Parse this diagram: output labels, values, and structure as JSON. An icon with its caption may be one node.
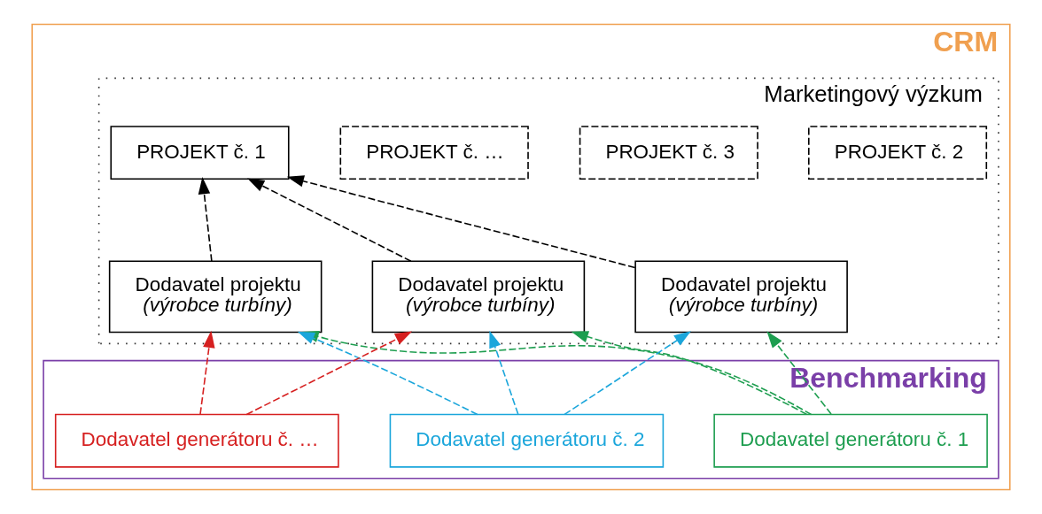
{
  "diagram": {
    "nodes": [
      {
        "text": [
          "CRM"
        ]
      },
      {
        "text": [
          "Marketingový výzkum"
        ],
        "in": 0
      },
      {
        "text": [
          "PROJEKT č. 1"
        ],
        "in": 1
      },
      {
        "text": [
          "PROJEKT č. 2"
        ],
        "in": 1
      },
      {
        "text": [
          "PROJEKT č. 3"
        ],
        "in": 1
      },
      {
        "text": [
          "PROJEKT č. …"
        ],
        "in": 1
      },
      {
        "text": [
          "Dodavatel projektu",
          "(výrobce turbíny)"
        ],
        "in": 1
      },
      {
        "text": [
          "Dodavatel projektu",
          "(výrobce turbíny)"
        ],
        "in": 1
      },
      {
        "text": [
          "Dodavatel projektu",
          "(výrobce turbíny)"
        ],
        "in": 1
      },
      {
        "text": [
          "Benchmarking"
        ],
        "in": 0
      },
      {
        "text": [
          "Dodavatel generátoru č. 1"
        ],
        "in": 9
      },
      {
        "text": [
          "Dodavatel generátoru č. 2"
        ],
        "in": 9
      },
      {
        "text": [
          "Dodavatel generátoru č. …"
        ],
        "in": 9
      }
    ],
    "edges": [
      {
        "from": 6,
        "to": 2,
        "arrow": "to",
        "style": "dashed"
      },
      {
        "from": 7,
        "to": 2,
        "arrow": "to",
        "style": "dashed"
      },
      {
        "from": 8,
        "to": 2,
        "arrow": "to",
        "style": "dashed"
      },
      {
        "from": 10,
        "to": 6,
        "arrow": "to",
        "style": "dashed",
        "color": "#1e9e50"
      },
      {
        "from": 10,
        "to": 7,
        "arrow": "to",
        "style": "dashed",
        "color": "#1e9e50"
      },
      {
        "from": 10,
        "to": 8,
        "arrow": "to",
        "style": "dashed",
        "color": "#1e9e50"
      },
      {
        "from": 11,
        "to": 6,
        "arrow": "to",
        "style": "dashed",
        "color": "#1ba6db"
      },
      {
        "from": 11,
        "to": 7,
        "arrow": "to",
        "style": "dashed",
        "color": "#1ba6db"
      },
      {
        "from": 11,
        "to": 8,
        "arrow": "to",
        "style": "dashed",
        "color": "#1ba6db"
      },
      {
        "from": 12,
        "to": 7,
        "arrow": "to",
        "style": "dashed",
        "color": "#d62020"
      },
      {
        "from": 12,
        "to": 8,
        "arrow": "to",
        "style": "dashed",
        "color": "#d62020"
      }
    ]
  }
}
